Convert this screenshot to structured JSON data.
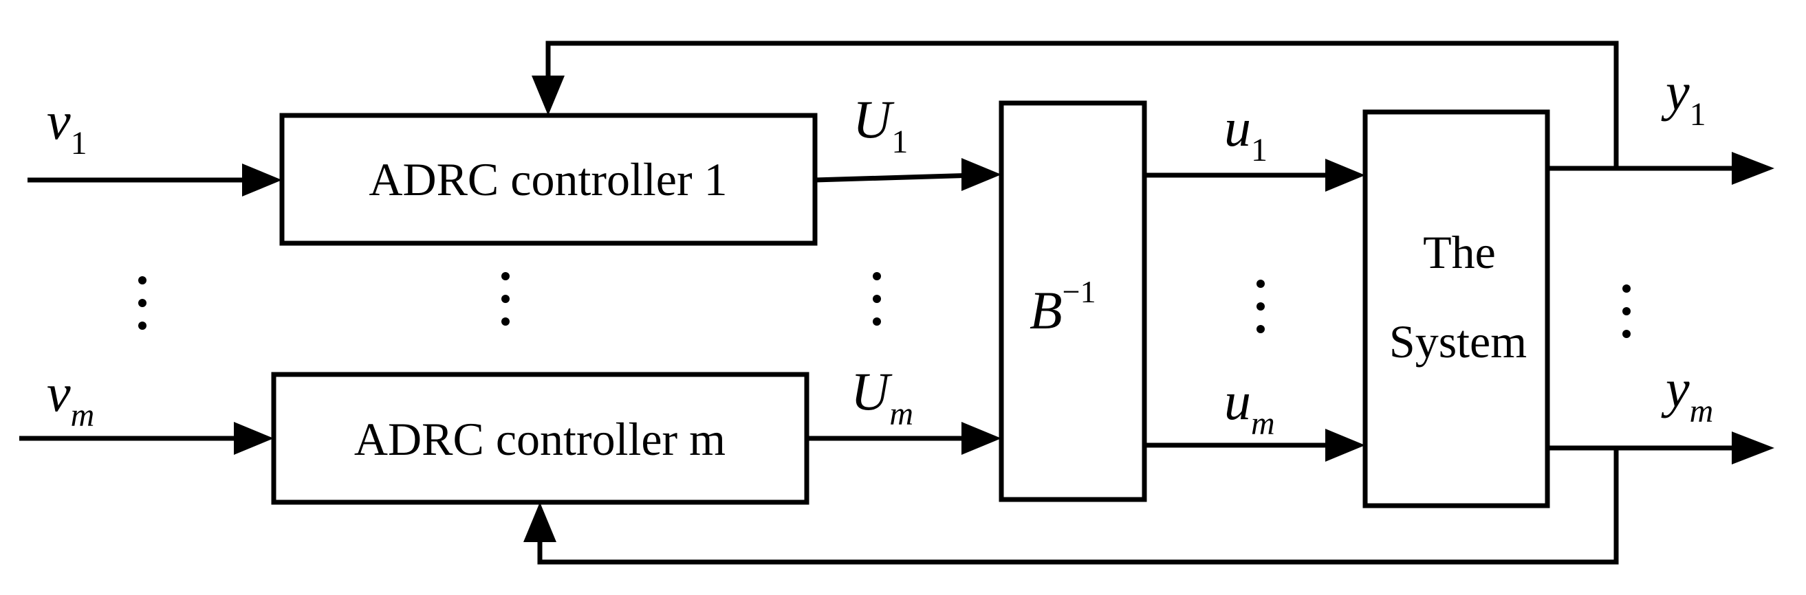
{
  "inputs": {
    "v1": {
      "base": "v",
      "sub": "1"
    },
    "vm": {
      "base": "v",
      "sub": "m"
    }
  },
  "controllers": {
    "c1": "ADRC controller 1",
    "cm": "ADRC controller m"
  },
  "controller_outputs": {
    "U1": {
      "base": "U",
      "sub": "1"
    },
    "Um": {
      "base": "U",
      "sub": "m"
    }
  },
  "decoupler": {
    "base": "B",
    "sup": "−1"
  },
  "plant_inputs": {
    "u1": {
      "base": "u",
      "sub": "1"
    },
    "um": {
      "base": "u",
      "sub": "m"
    }
  },
  "system": {
    "line1": "The",
    "line2": "System"
  },
  "outputs": {
    "y1": {
      "base": "y",
      "sub": "1"
    },
    "ym": {
      "base": "y",
      "sub": "m"
    }
  }
}
